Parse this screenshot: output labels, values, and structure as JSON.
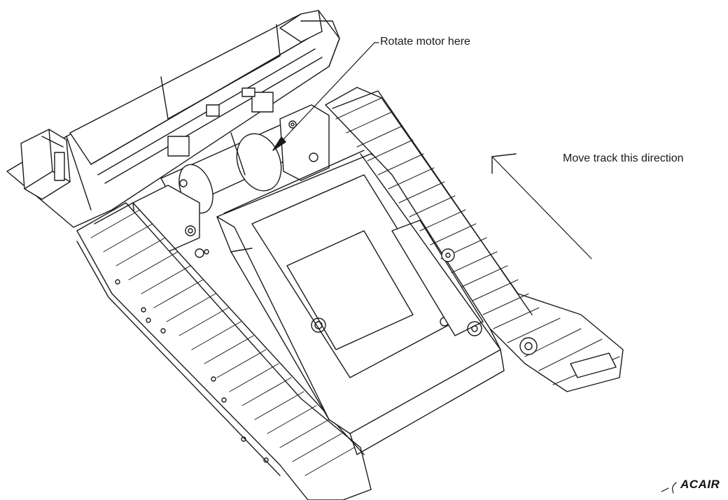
{
  "callouts": {
    "rotate_motor": "Rotate motor here",
    "move_track": "Move track this direction"
  },
  "logo": {
    "text": "ACAIR"
  },
  "colors": {
    "line": "#1a1a1a",
    "fill": "#ffffff"
  }
}
